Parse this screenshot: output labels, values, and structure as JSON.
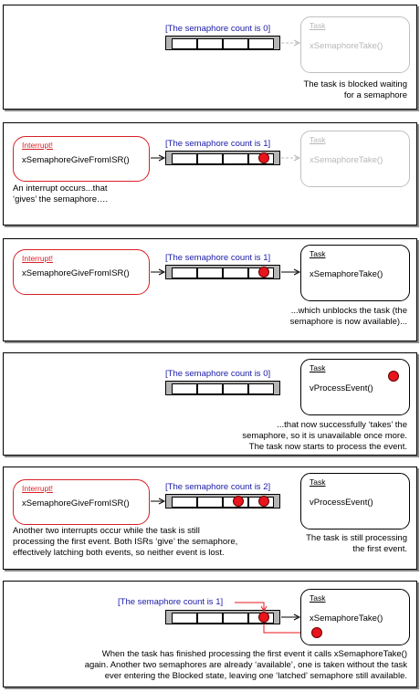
{
  "panels": [
    {
      "count_label": "[The semaphore count is 0]",
      "task": {
        "label": "Task",
        "name": "xSemaphoreTake()"
      },
      "caption": [
        "The task is blocked waiting",
        "for a semaphore"
      ]
    },
    {
      "interrupt": {
        "label": "Interrupt!",
        "name": "xSemaphoreGiveFromISR()"
      },
      "count_label": "[The semaphore count is 1]",
      "task": {
        "label": "Task",
        "name": "xSemaphoreTake()"
      },
      "caption": [
        "An interrupt occurs...that",
        "‘gives’ the semaphore…."
      ]
    },
    {
      "interrupt": {
        "label": "Interrupt!",
        "name": "xSemaphoreGiveFromISR()"
      },
      "count_label": "[The semaphore count is 1]",
      "task": {
        "label": "Task",
        "name": "xSemaphoreTake()"
      },
      "caption": [
        "...which unblocks the task (the",
        "semaphore is now available)..."
      ]
    },
    {
      "count_label": "[The semaphore count is 0]",
      "task": {
        "label": "Task",
        "name": "vProcessEvent()"
      },
      "caption": [
        "...that now successfully ‘takes’ the",
        "semaphore, so it is unavailable once more.",
        "The task now starts to process the event."
      ]
    },
    {
      "interrupt": {
        "label": "Interrupt!",
        "name": "xSemaphoreGiveFromISR()"
      },
      "count_label": "[The semaphore count is 2]",
      "task": {
        "label": "Task",
        "name": "vProcessEvent()"
      },
      "caption_left": [
        "Another two interrupts occur while the task is still",
        "processing the first event.  Both ISRs ‘give’ the semaphore,",
        "effectively latching both events, so neither event is lost."
      ],
      "caption_right": [
        "The task is still processing",
        "the first event."
      ]
    },
    {
      "count_label": "[The semaphore count is 1]",
      "task": {
        "label": "Task",
        "name": "xSemaphoreTake()"
      },
      "caption": [
        "When the task has finished processing the first event it calls xSemaphoreTake()",
        "again.  Another two semaphores are already ‘available’, one is taken without the task",
        "ever entering the Blocked state, leaving one ‘latched’ semaphore still available."
      ]
    }
  ],
  "colors": {
    "event": "#e8141e",
    "isr_border": "#d81f26",
    "count_text": "#1a1aa8",
    "ghost": "#c0c0c0",
    "queue_frame": "#b4b4b4"
  }
}
